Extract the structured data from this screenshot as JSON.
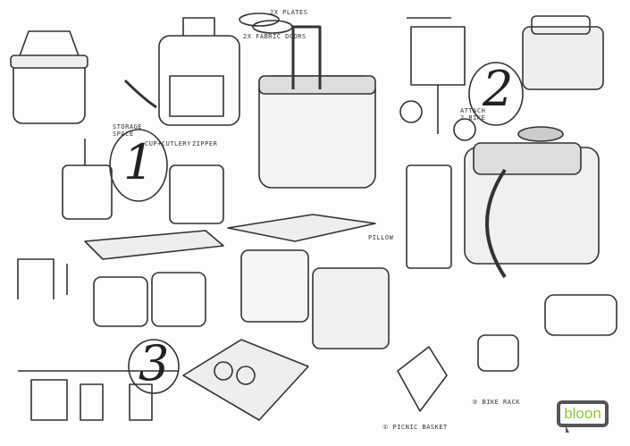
{
  "annotations": {
    "plates": "2X PLATES",
    "fabric_doors": "2X FABRIC DOORS",
    "storage_space": "STORAGE SPACE",
    "cup_cutlery": "CUP+CUTLERY",
    "zipper": "ZIPPER",
    "attach_bike": "ATTACH 2 BIKE",
    "pillow": "PILLOW",
    "picnic_basket": "① PICNIC BASKET",
    "bike_rack": "③ BIKE RACK"
  },
  "concept_numbers": {
    "one": "1",
    "two": "2",
    "three": "3"
  },
  "brand": {
    "logo_text": "bloon",
    "logo_color": "#8cc63f",
    "frame_color": "#555555"
  }
}
